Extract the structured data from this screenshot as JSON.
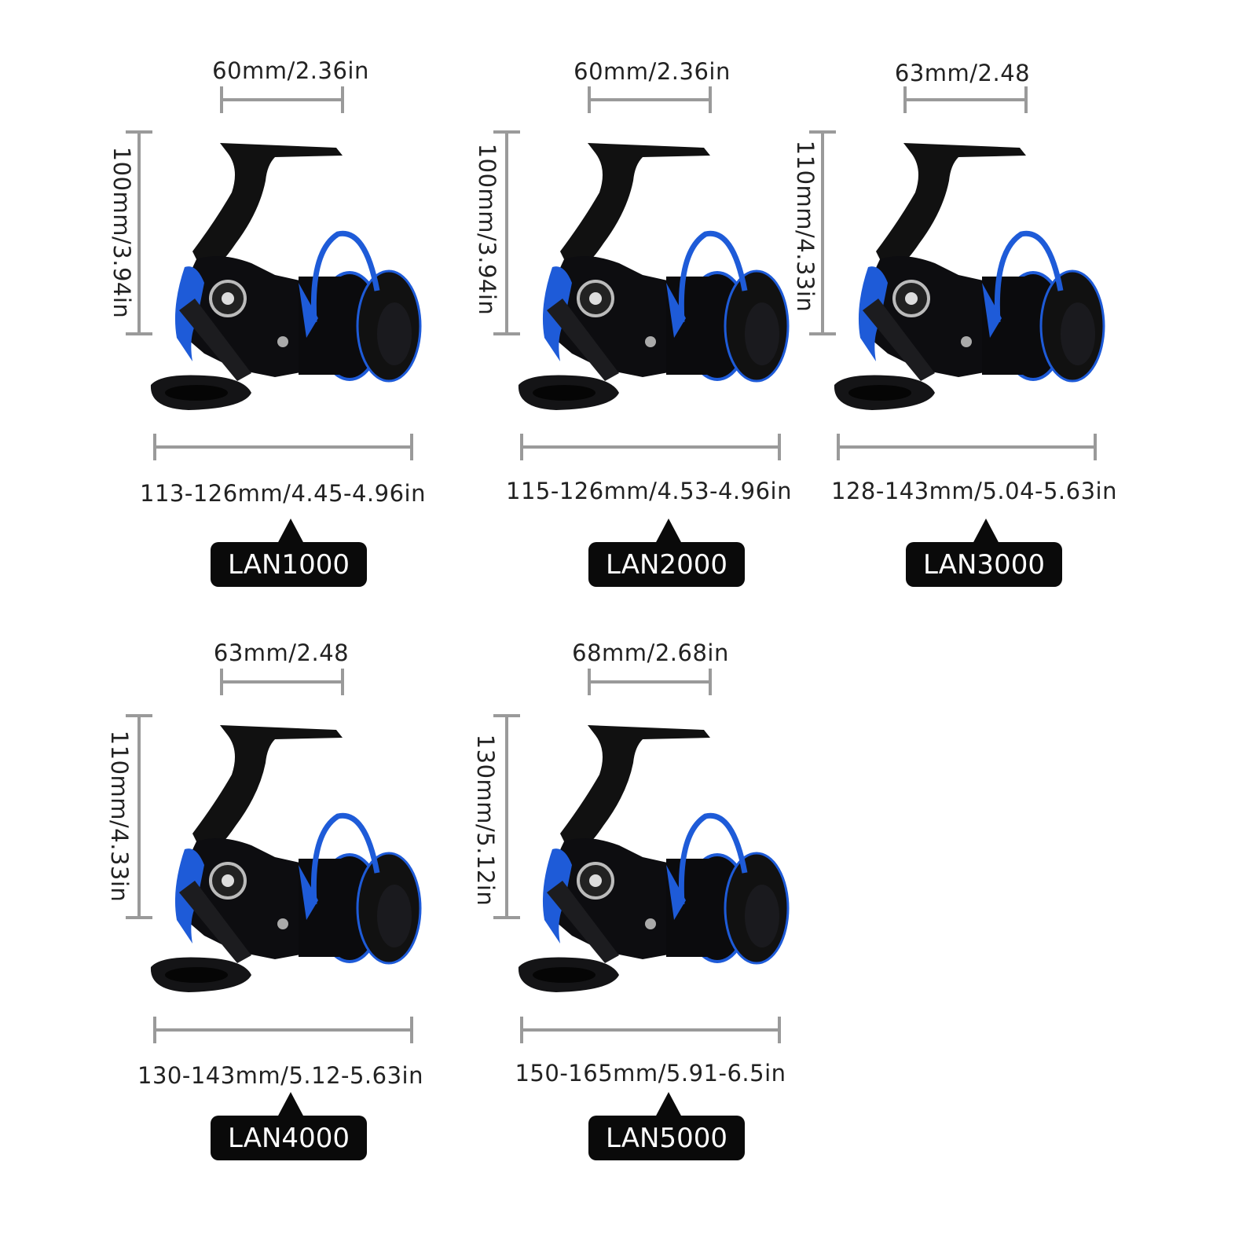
{
  "colors": {
    "accent": "#1e5bd8",
    "body": "#0c0c0f",
    "dimension": "#9a9a9a"
  },
  "models": [
    {
      "name": "LAN1000",
      "width": "60mm/2.36in",
      "height": "100mm/3.94in",
      "length": "113-126mm/4.45-4.96in"
    },
    {
      "name": "LAN2000",
      "width": "60mm/2.36in",
      "height": "100mm/3.94in",
      "length": "115-126mm/4.53-4.96in"
    },
    {
      "name": "LAN3000",
      "width": "63mm/2.48",
      "height": "110mm/4.33in",
      "length": "128-143mm/5.04-5.63in"
    },
    {
      "name": "LAN4000",
      "width": "63mm/2.48",
      "height": "110mm/4.33in",
      "length": "130-143mm/5.12-5.63in"
    },
    {
      "name": "LAN5000",
      "width": "68mm/2.68in",
      "height": "130mm/5.12in",
      "length": "150-165mm/5.91-6.5in"
    }
  ]
}
